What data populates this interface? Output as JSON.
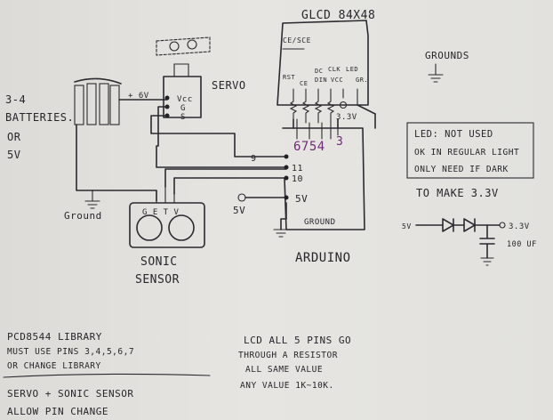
{
  "lcd": {
    "title": "GLCD 84X48",
    "ce_sce": "CE/SCE",
    "pins": [
      "RST",
      "CE",
      "DC",
      "DIN",
      "CLK",
      "VCC",
      "LED"
    ],
    "pin_sub": [
      "",
      "",
      "",
      "",
      "",
      "",
      "GR."
    ],
    "voltage": "3.3V"
  },
  "grounds_label": "GROUNDS",
  "servo": {
    "label": "SERVO",
    "pin_vcc": "Vcc",
    "pin_g": "G",
    "pin_s": "S",
    "supply": "+ 6V"
  },
  "batteries": {
    "line1": "3-4",
    "line2": "BATTERIES.",
    "line3": "OR",
    "line4": "5V"
  },
  "ground_left": "Ground",
  "arduino": {
    "label": "ARDUINO",
    "pin_digits": "6754",
    "pin_3": "3",
    "pin_9": "9",
    "pin_11": "11",
    "pin_10": "10",
    "pin_5v": "5V",
    "ground": "GROUND"
  },
  "sensor": {
    "pins": "G E T V",
    "five_v": "5V",
    "label_line1": "SONIC",
    "label_line2": "SENSOR"
  },
  "led_note": {
    "line1": "LED: NOT USED",
    "line2": "OK IN REGULAR LIGHT",
    "line3": "ONLY NEED IF DARK"
  },
  "regulator": {
    "title": "TO MAKE 3.3V",
    "input": "5V",
    "output": "3.3V",
    "cap": "100 UF"
  },
  "notes": {
    "pcd_line1": "PCD8544 LIBRARY",
    "pcd_line2": "MUST USE PINS 3,4,5,6,7",
    "pcd_line3": "OR CHANGE LIBRARY",
    "lcd_line1": "LCD ALL 5 PINS GO",
    "lcd_line2": "THROUGH A RESISTOR",
    "lcd_line3": "ALL SAME VALUE",
    "lcd_line4": "ANY VALUE 1K~10K.",
    "servo_line1": "SERVO + SONIC SENSOR",
    "servo_line2": "ALLOW PIN CHANGE"
  },
  "colors": {
    "paper": "#e4e3df",
    "ink": "#26262b",
    "pin_labels": "#6e2a76"
  }
}
